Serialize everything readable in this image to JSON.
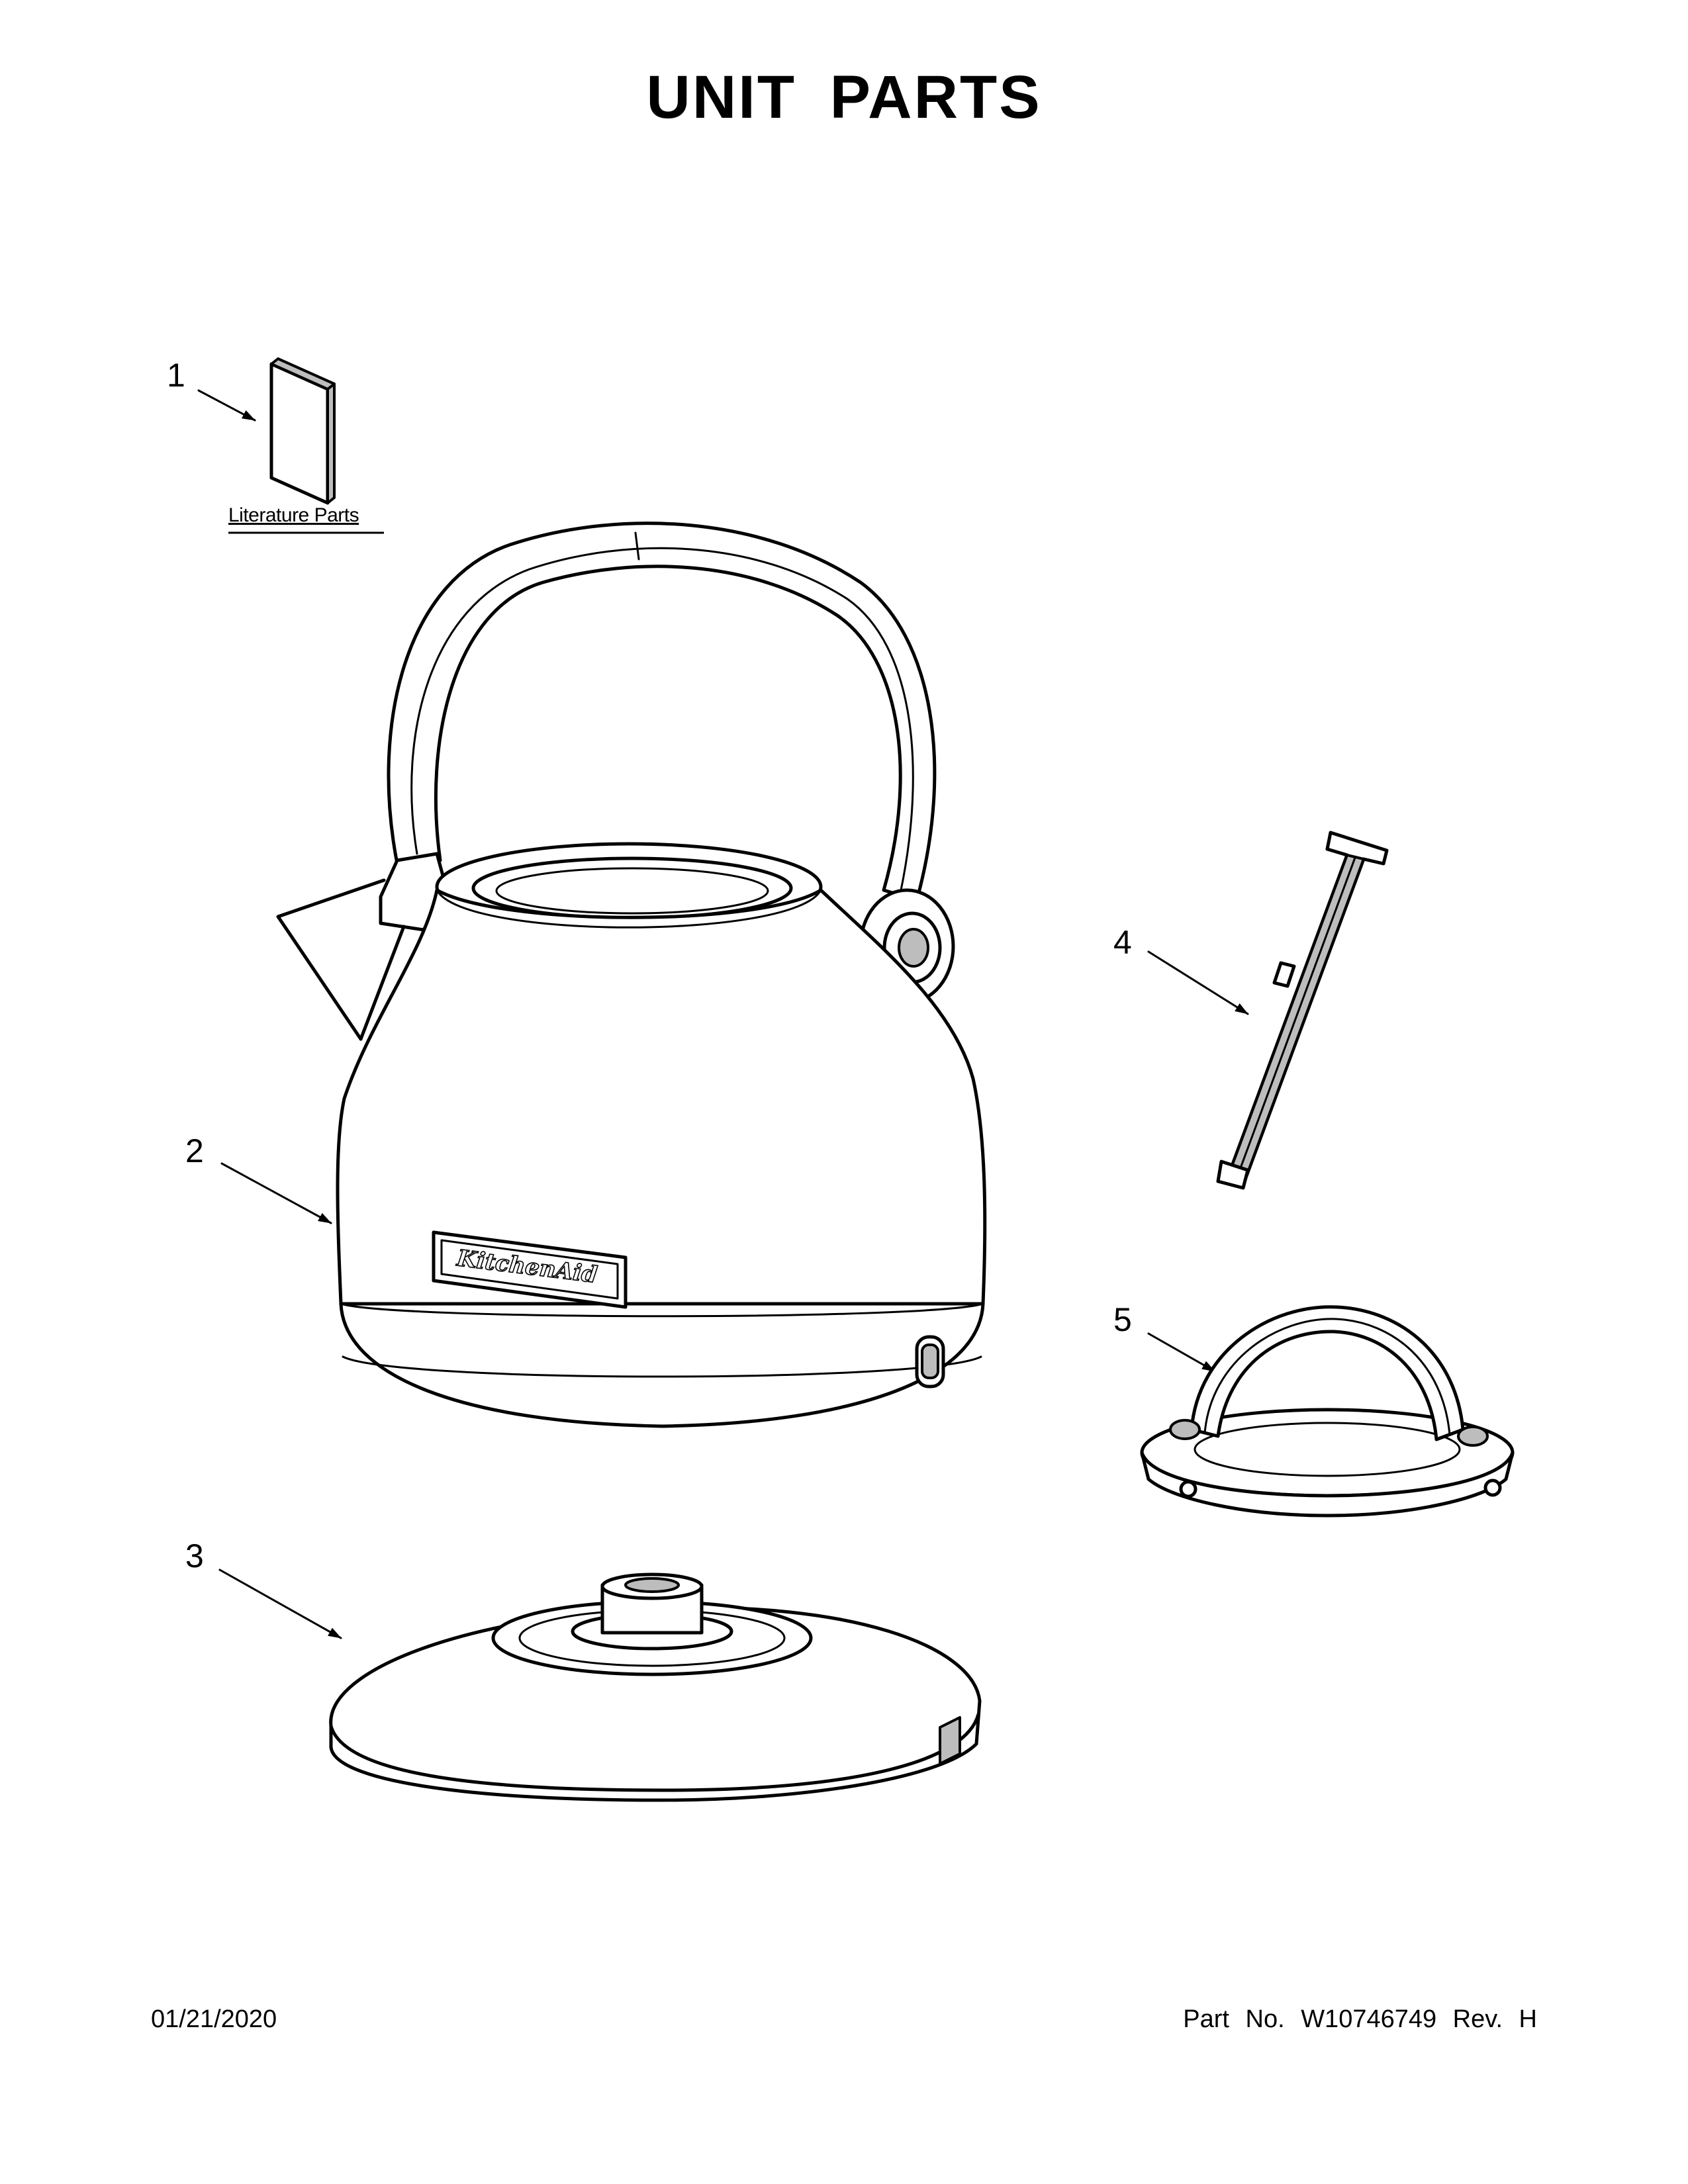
{
  "title": "UNIT  PARTS",
  "callouts": [
    "1",
    "2",
    "3",
    "4",
    "5"
  ],
  "literature_label": "Literature Parts",
  "brand_logo": "KitchenAid",
  "footer": {
    "date": "01/21/2020",
    "part_number": "Part No.  W10746749  Rev.  H"
  },
  "icons": {
    "literature": "booklet-icon",
    "kettle": "kettle-body-icon",
    "base": "power-base-icon",
    "filter": "filter-icon",
    "lid": "lid-icon"
  }
}
